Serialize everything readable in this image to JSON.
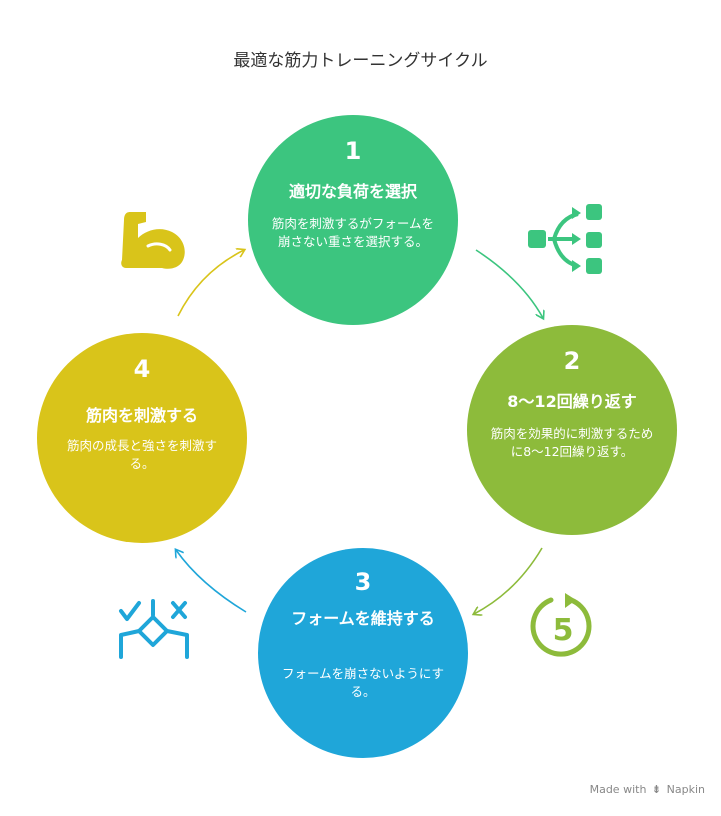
{
  "title": "最適な筋力トレーニングサイクル",
  "steps": [
    {
      "number": "1",
      "heading": "適切な負荷を選択",
      "description": "筋肉を刺激するがフォームを崩さない重さを選択する。",
      "color": "#3cc57f",
      "icon": "flow-network-icon"
    },
    {
      "number": "2",
      "heading": "8〜12回繰り返す",
      "description": "筋肉を効果的に刺激するために8〜12回繰り返す。",
      "color": "#8dbb3b",
      "icon": "repeat-five-icon"
    },
    {
      "number": "3",
      "heading": "フォームを維持する",
      "description": "フォームを崩さないようにする。",
      "color": "#1fa6d9",
      "icon": "posture-check-icon"
    },
    {
      "number": "4",
      "heading": "筋肉を刺激する",
      "description": "筋肉の成長と強さを刺激する。",
      "color": "#d9c41a",
      "icon": "flexed-bicep-icon"
    }
  ],
  "icon_repeat_number": "5",
  "footer": {
    "prefix": "Made with",
    "brand": "Napkin"
  }
}
